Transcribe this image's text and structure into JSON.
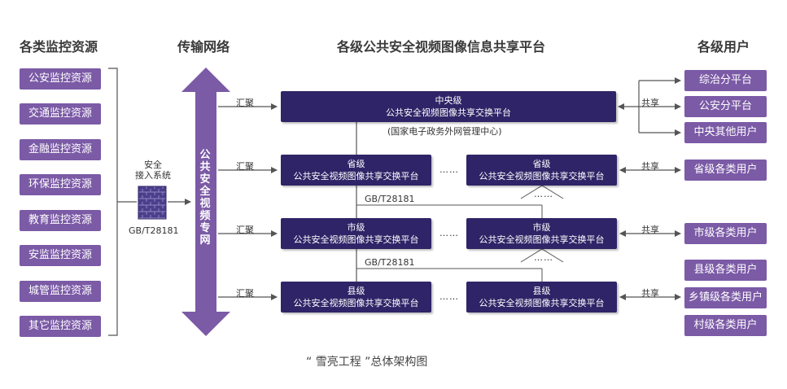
{
  "headers": {
    "sources": "各类监控资源",
    "network": "传输网络",
    "platform": "各级公共安全视频图像信息共享平台",
    "users": "各级用户"
  },
  "sources": [
    "公安监控资源",
    "交通监控资源",
    "金融监控资源",
    "环保监控资源",
    "教育监控资源",
    "安监监控资源",
    "城管监控资源",
    "其它监控资源"
  ],
  "gateway": {
    "label": "安全\n接入系统",
    "standard": "GB/T28181",
    "icon": "firewall-brick-wall-icon"
  },
  "network_label": "公共安全视频专网",
  "edges": {
    "aggregate": "汇聚",
    "share": "共享",
    "standard": "GB/T28181",
    "ellipsis": "……"
  },
  "platforms": {
    "central": {
      "level": "中央级",
      "name": "公共安全视频图像共享交换平台",
      "note": "(国家电子政务外网管理中心)"
    },
    "province_left": {
      "level": "省级",
      "name": "公共安全视频图像共享交换平台"
    },
    "province_right": {
      "level": "省级",
      "name": "公共安全视频图像共享交换平台"
    },
    "city_left": {
      "level": "市级",
      "name": "公共安全视频图像共享交换平台"
    },
    "city_right": {
      "level": "市级",
      "name": "公共安全视频图像共享交换平台"
    },
    "county_left": {
      "level": "县级",
      "name": "公共安全视频图像共享交换平台"
    },
    "county_right": {
      "level": "县级",
      "name": "公共安全视频图像共享交换平台"
    }
  },
  "users": [
    "综治分平台",
    "公安分平台",
    "中央其他用户",
    "省级各类用户",
    "市级各类用户",
    "县级各类用户",
    "乡镇级各类用户",
    "村级各类用户"
  ],
  "caption": "“ 雪亮工程 ”总体架构图",
  "colors": {
    "source_box": "#7b5aa6",
    "platform_box": "#2f2467",
    "arrow": "#7b5aa6",
    "line": "#555555"
  }
}
